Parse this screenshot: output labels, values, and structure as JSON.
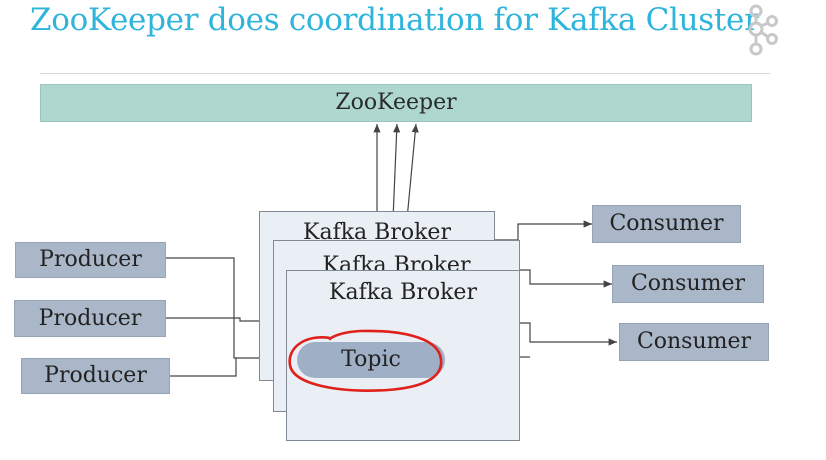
{
  "slide": {
    "title": "ZooKeeper does coordination for Kafka Cluster",
    "logo_icon": "kafka-logo-icon"
  },
  "zookeeper": {
    "label": "ZooKeeper"
  },
  "producers": [
    {
      "label": "Producer"
    },
    {
      "label": "Producer"
    },
    {
      "label": "Producer"
    }
  ],
  "brokers": [
    {
      "label": "Kafka Broker"
    },
    {
      "label": "Kafka Broker"
    },
    {
      "label": "Kafka Broker"
    }
  ],
  "topic": {
    "label": "Topic"
  },
  "consumers": [
    {
      "label": "Consumer"
    },
    {
      "label": "Consumer"
    },
    {
      "label": "Consumer"
    }
  ],
  "colors": {
    "title": "#2fb4dc",
    "zookeeper_bar": "#aed8cf",
    "node_box": "#aab7c9",
    "broker_box": "#e9eff4",
    "annotation_circle": "#e0201b"
  }
}
